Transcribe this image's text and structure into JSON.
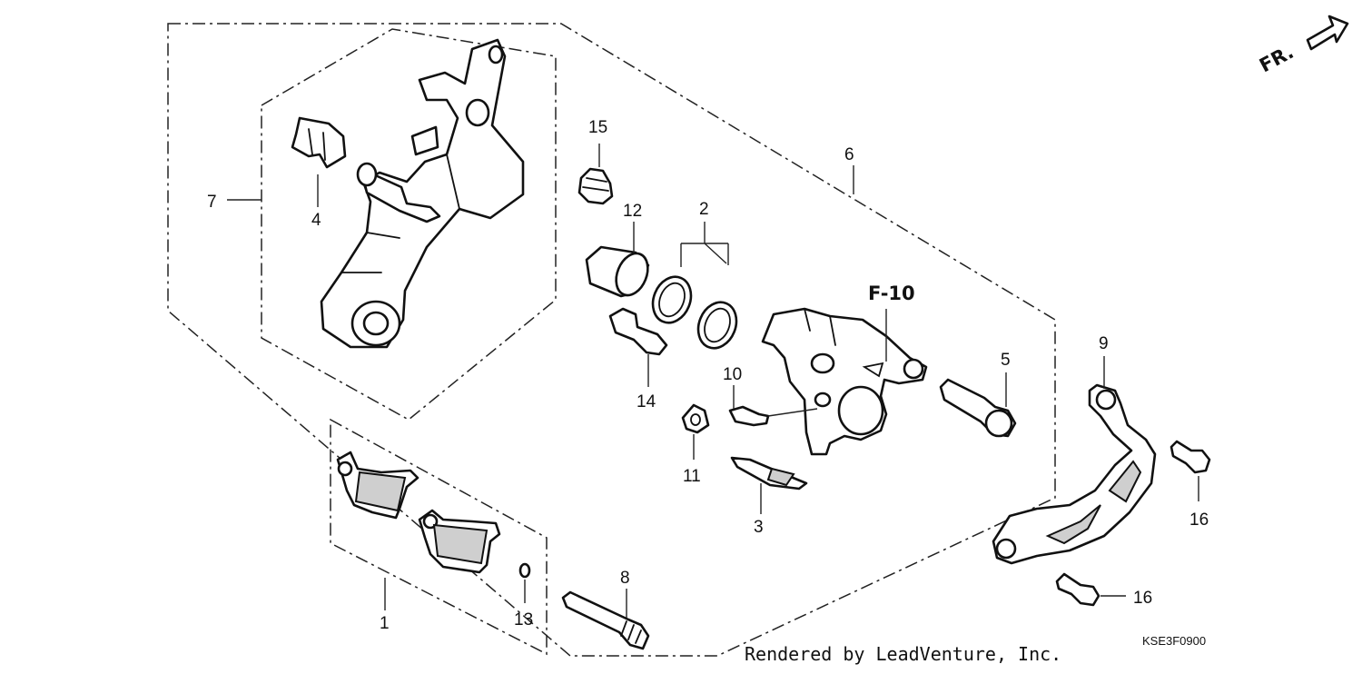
{
  "diagram": {
    "callouts": {
      "c1": "1",
      "c2": "2",
      "c3": "3",
      "c4": "4",
      "c5": "5",
      "c6": "6",
      "c7": "7",
      "c8": "8",
      "c9": "9",
      "c10": "10",
      "c11": "11",
      "c12": "12",
      "c13": "13",
      "c14": "14",
      "c15": "15",
      "c16a": "16",
      "c16b": "16"
    },
    "reference_label": "F-10",
    "front_arrow_label": "FR.",
    "diagram_code": "KSE3F0900",
    "credit": "Rendered by LeadVenture, Inc."
  }
}
